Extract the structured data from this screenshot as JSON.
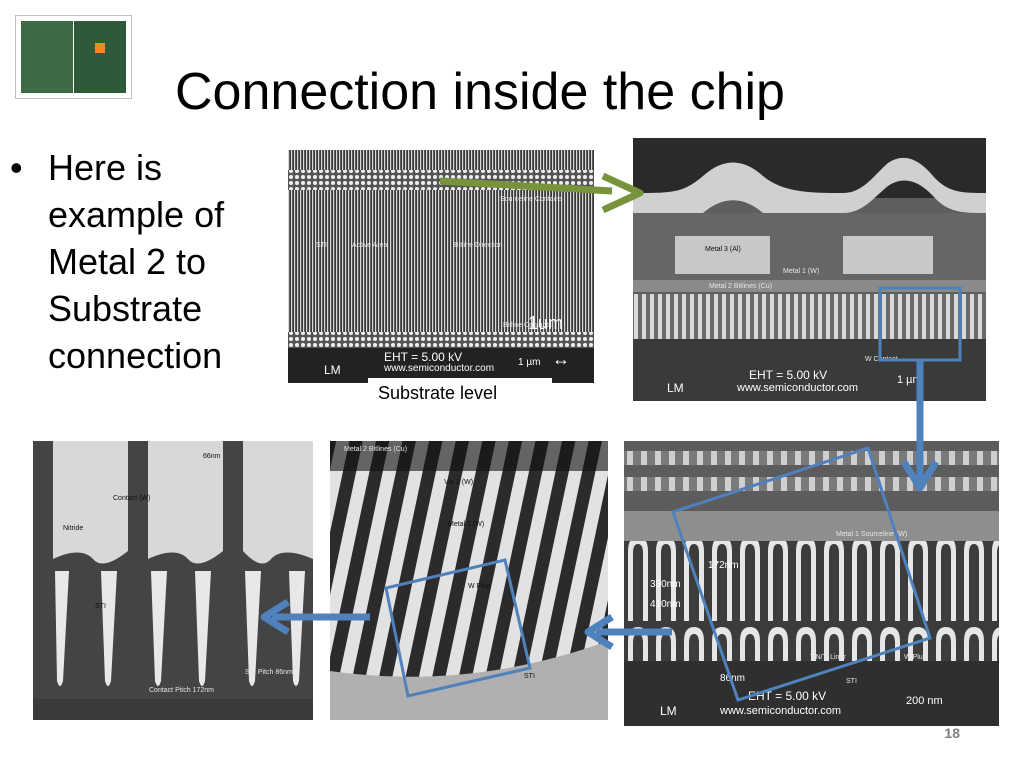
{
  "slide": {
    "title": "Connection inside the chip",
    "bullet": "Here is example of Metal 2 to Substrate connection",
    "page_number": "18"
  },
  "panel_substrate": {
    "caption": "Substrate level",
    "scale_bar": "1um",
    "eht": "EHT = 5.00 kV",
    "lm": "LM",
    "site": "www.semiconductor.com",
    "scale_small": "1 µm",
    "labels": [
      "STI",
      "Active Area",
      "Bitline Direction",
      "Sourceline Contacts",
      "Bitline Contacts"
    ]
  },
  "panel_metal": {
    "eht": "EHT = 5.00 kV",
    "lm": "LM",
    "site": "www.semiconductor.com",
    "scale": "1 µm",
    "labels": [
      "Metal 3 (Al)",
      "Metal 1 (W)",
      "Metal 2 Bitlines (Cu)",
      "W Contact"
    ]
  },
  "panel_sourceline": {
    "eht": "EHT = 5.00 kV",
    "lm": "LM",
    "site": "www.semiconductor.com",
    "scale": "200 nm",
    "labels": [
      "Metal 1 Sourceline (W)",
      "172nm",
      "380nm",
      "410nm",
      "TiN/Ti Liner",
      "W Plug",
      "STI",
      "86nm"
    ]
  },
  "panel_via": {
    "labels": [
      "Metal 2 Bitlines (Cu)",
      "Via 1 (W)",
      "Metal 1 (W)",
      "W Plug",
      "STI"
    ]
  },
  "panel_contacts": {
    "labels": [
      "66nm",
      "Contact (W)",
      "Nitride",
      "STI",
      "STI Pitch 86nm",
      "Contact Pitch 172nm"
    ]
  },
  "colors": {
    "arrow_blue": "#4f81bd",
    "arrow_green": "#77933c",
    "title_text": "#000000"
  }
}
